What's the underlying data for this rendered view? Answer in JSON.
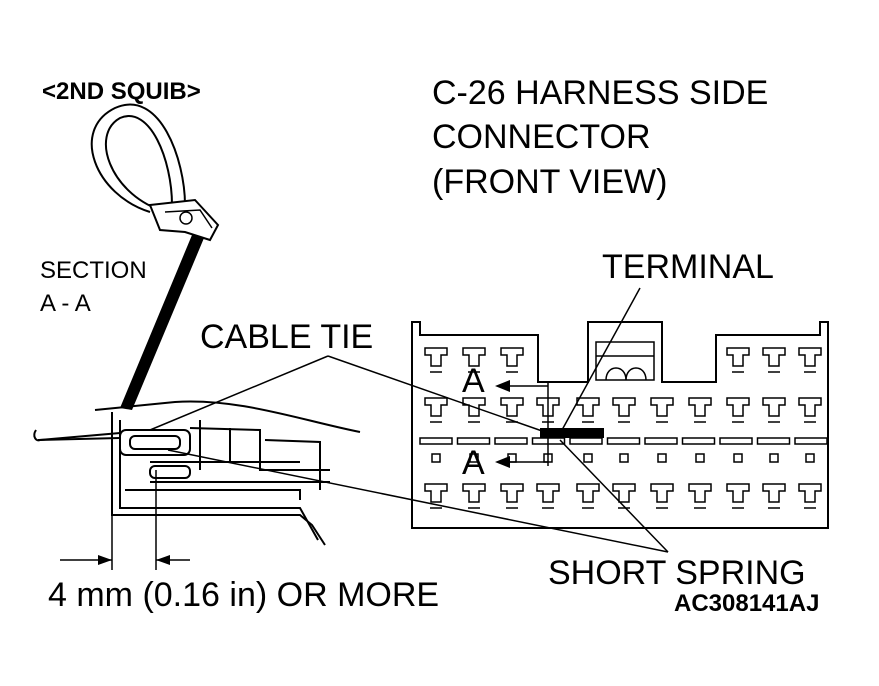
{
  "labels": {
    "squib": "<2ND SQUIB>",
    "connector_line1": "C-26 HARNESS SIDE",
    "connector_line2": "CONNECTOR",
    "connector_line3": "(FRONT VIEW)",
    "section_line1": "SECTION",
    "section_line2": "A - A",
    "terminal": "TERMINAL",
    "cable_tie": "CABLE TIE",
    "section_marker_top": "A",
    "section_marker_bottom": "A",
    "short_spring": "SHORT SPRING",
    "dimension": "4 mm (0.16 in) OR MORE",
    "figure_code": "AC308141AJ"
  },
  "colors": {
    "ink": "#000000",
    "paper": "#ffffff",
    "shade": "#d9d9d9"
  }
}
